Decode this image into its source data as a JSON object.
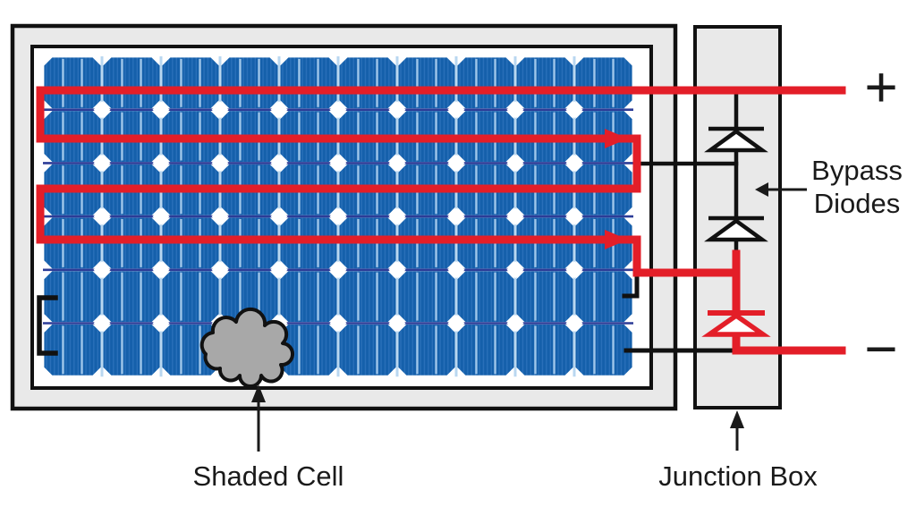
{
  "labels": {
    "plus": "+",
    "minus": "−",
    "bypass_diodes": {
      "line1": "Bypass",
      "line2": "Diodes"
    },
    "junction_box": "Junction Box",
    "shaded_cell": "Shaded Cell"
  },
  "panel": {
    "rows": 6,
    "columns": 10
  },
  "junction_box": {
    "diode_count": 3,
    "active_bypass_diode": 3
  },
  "colors": {
    "wire_red": "#e31e28",
    "wire_black": "#111111",
    "text_black": "#1a1a1a",
    "cell_blue": "#1560ab",
    "cell_streak": "#2e73bd",
    "cell_busbar": "#9fc6ea",
    "row_line_navy": "#2c3c97",
    "column_gap_blue": "#b9d7f0",
    "frame_gray": "#e9e9e9",
    "cloud_gray": "#a8a8a8"
  }
}
